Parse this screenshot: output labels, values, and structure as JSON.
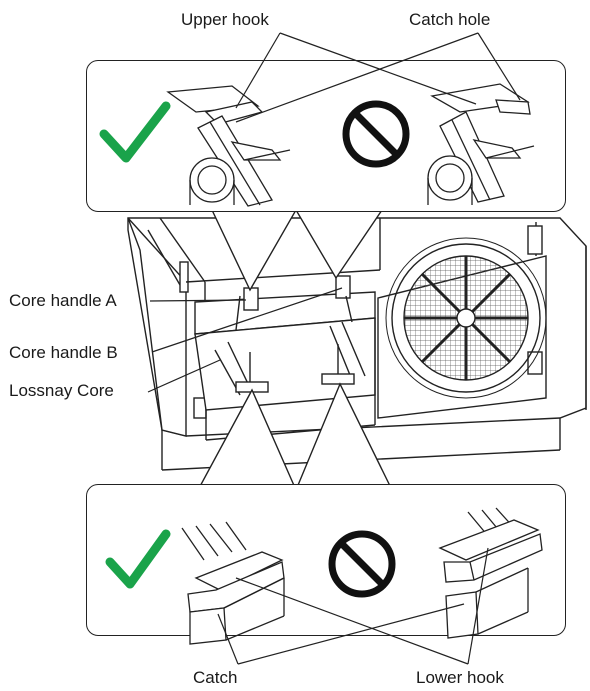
{
  "callouts": {
    "upper_hook": "Upper hook",
    "catch_hole": "Catch hole",
    "core_handle_a": "Core handle A",
    "core_handle_b": "Core handle B",
    "lossnay_core": "Lossnay Core",
    "catch": "Catch",
    "lower_hook": "Lower hook"
  },
  "colors": {
    "correct": "#1aa34a",
    "line": "#222222"
  },
  "icons": {
    "correct": "check-icon",
    "incorrect": "prohibited-icon"
  }
}
